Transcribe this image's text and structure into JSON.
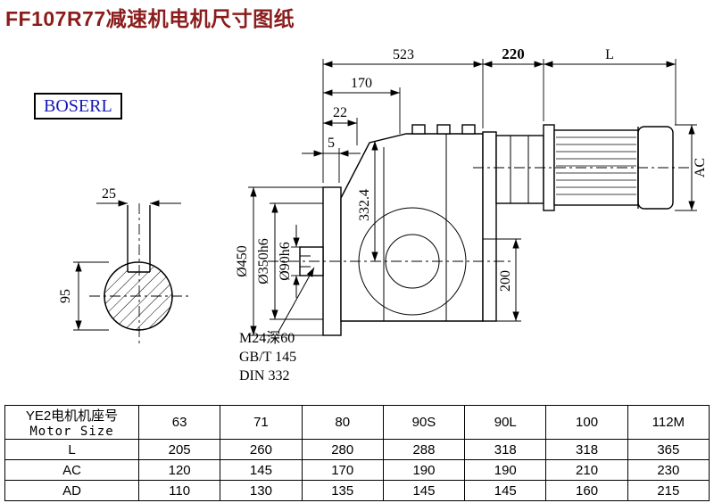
{
  "title": "FF107R77减速机电机尺寸图纸",
  "logo": "BOSERL",
  "colors": {
    "title_text": "#8b1c1c",
    "logo_text": "#1616b8",
    "line": "#000000"
  },
  "drawing": {
    "top_dims": {
      "gearbox_length": "523",
      "adapter_length": "220",
      "motor_length": "L",
      "step1": "170",
      "step2": "22",
      "step3": "5"
    },
    "end_view": {
      "key_width": "25",
      "shaft_diameter": "95"
    },
    "vertical_dims": {
      "flange_od": "Ø450",
      "spigot": "Ø350h6",
      "shaft": "Ø90h6",
      "center_height": "332.4",
      "lower_height": "200",
      "motor_height": "AC"
    },
    "notes": [
      "M24深60",
      "GB/T 145",
      "DIN 332"
    ]
  },
  "table": {
    "header": {
      "line1": "YE2电机机座号",
      "line2": "Motor Size"
    },
    "sizes": [
      "63",
      "71",
      "80",
      "90S",
      "90L",
      "100",
      "112M"
    ],
    "rows": [
      {
        "label": "L",
        "values": [
          "205",
          "260",
          "280",
          "288",
          "318",
          "318",
          "365"
        ]
      },
      {
        "label": "AC",
        "values": [
          "120",
          "145",
          "170",
          "190",
          "190",
          "210",
          "230"
        ]
      },
      {
        "label": "AD",
        "values": [
          "110",
          "130",
          "135",
          "145",
          "145",
          "160",
          "215"
        ]
      }
    ]
  }
}
